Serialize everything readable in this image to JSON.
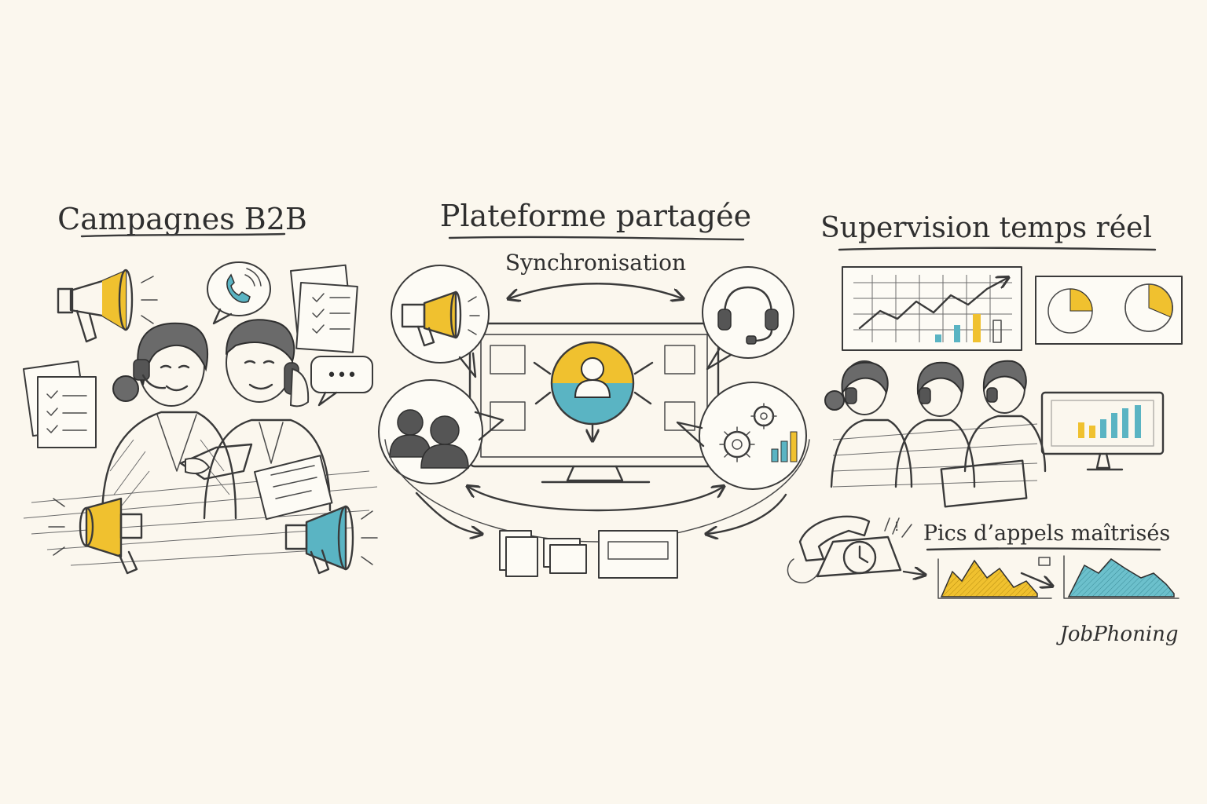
{
  "panels": {
    "left": {
      "title": "Campagnes B2B"
    },
    "center": {
      "title": "Plateforme partagée",
      "subtitle": "Synchronisation"
    },
    "right": {
      "title": "Supervision temps réel",
      "subtitle": "Pics d’appels maîtrisés"
    }
  },
  "logo": {
    "text": "JobPhoning"
  },
  "colors": {
    "background": "#fbf7ee",
    "accent_yellow": "#f0c12f",
    "accent_teal": "#5ab4c3",
    "ink": "#2f2f2f"
  },
  "speech_bubble_text": "•••"
}
